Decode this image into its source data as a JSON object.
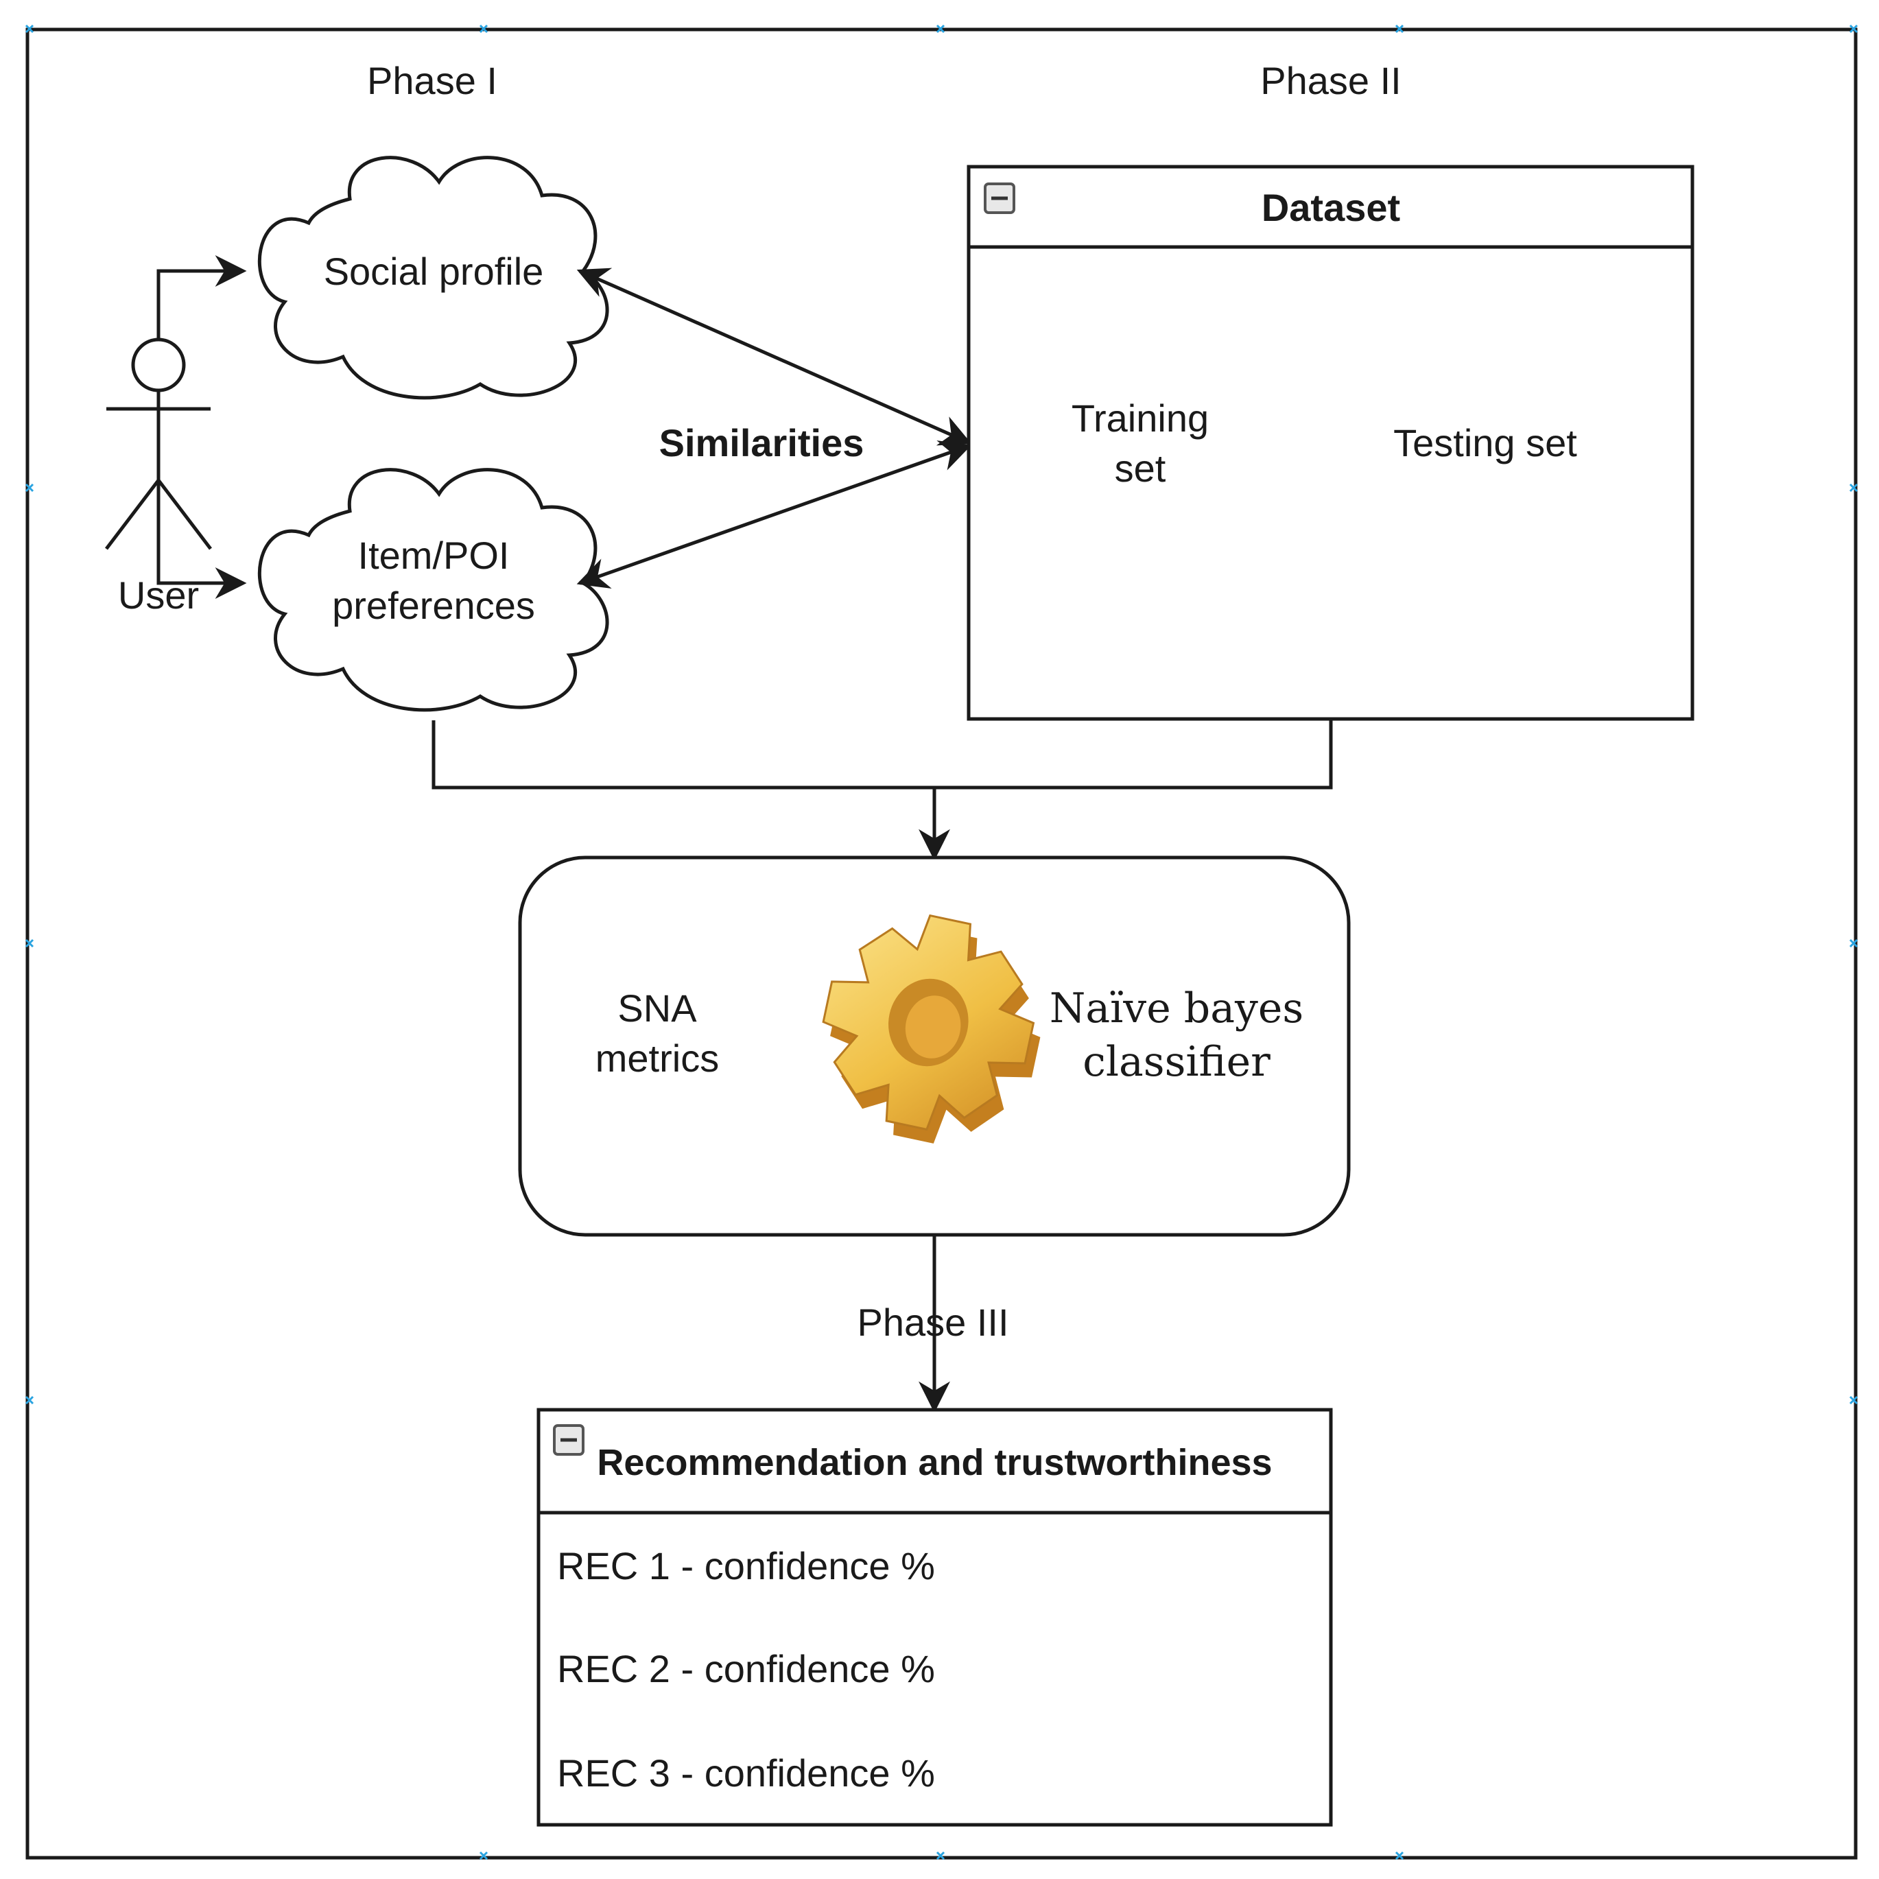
{
  "phases": {
    "phase1": "Phase I",
    "phase2": "Phase II",
    "phase3": "Phase III"
  },
  "actor": {
    "label": "User"
  },
  "clouds": {
    "social_profile": "Social profile",
    "item_poi_line1": "Item/POI",
    "item_poi_line2": "preferences"
  },
  "edge_labels": {
    "similarities": "Similarities"
  },
  "dataset": {
    "title": "Dataset",
    "training_line1": "Training",
    "training_line2": "set",
    "testing": "Testing set"
  },
  "process": {
    "sna_line1": "SNA",
    "sna_line2": "metrics",
    "bayes_line1": "Naïve bayes",
    "bayes_line2": "classifier",
    "icon": "gear-icon"
  },
  "recommendation": {
    "title": "Recommendation and trustworthiness",
    "items": [
      "REC 1 - confidence %",
      "REC 2 - confidence %",
      "REC 3 - confidence %"
    ]
  },
  "colors": {
    "stroke": "#1a1a1a",
    "gear_light": "#f7d56a",
    "gear_dark": "#d9952a",
    "handle": "#29a3e0"
  }
}
